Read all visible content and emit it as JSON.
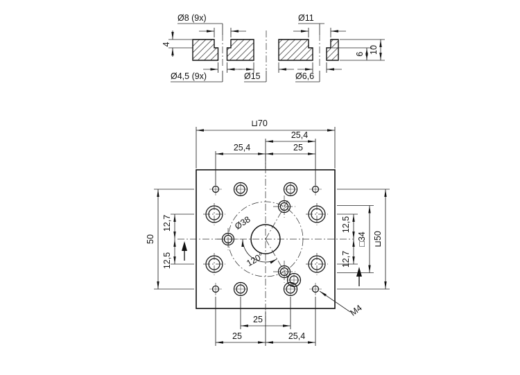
{
  "colors": {
    "ink": "#111111",
    "background": "#ffffff"
  },
  "section_view": {
    "dia8": "Ø8 (9x)",
    "dia11": "Ø11",
    "depth_4": "4",
    "depth_6": "6",
    "thickness_10": "10",
    "dia45": "Ø4,5 (9x)",
    "dia15": "Ø15",
    "dia66": "Ø6,6"
  },
  "front_view": {
    "square70": "⊔70",
    "top_254_right": "25,4",
    "top_254_left": "25,4",
    "top_25": "25",
    "dia38": "Ø38",
    "angle_120": "120°",
    "left_127": "12,7",
    "left_125": "12,5",
    "left_50": "50",
    "right_125": "12,5",
    "right_127": "12,7",
    "square34": "□34",
    "square50": "⊔50",
    "thread_m4": "M4",
    "bottom_25_center": "25",
    "bottom_25_left": "25",
    "bottom_254_right": "25,4"
  }
}
